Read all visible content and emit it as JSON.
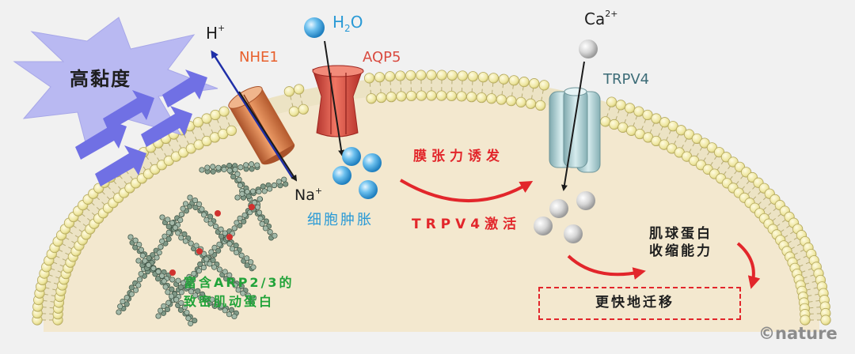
{
  "labels": {
    "viscosity": "高黏度",
    "h_ion": "H",
    "h_ion_sup": "+",
    "water": "H",
    "water_sub": "2",
    "water_end": "O",
    "ca_ion": "Ca",
    "ca_ion_sup": "2+",
    "nhe1": "NHE1",
    "aqp5": "AQP5",
    "trpv4": "TRPV4",
    "na_ion": "Na",
    "na_ion_sup": "+",
    "cell_swelling": "细胞肿胀",
    "membrane_tension": "膜张力诱发",
    "trpv4_activation": "TRPV4激活",
    "myosin_line1": "肌球蛋白",
    "myosin_line2": "收缩能力",
    "faster_migration": "更快地迁移",
    "actin_line1": "富含ARP2/3的",
    "actin_line2": "致密肌动蛋白",
    "credit_symbol": "©",
    "credit": "nature"
  },
  "colors": {
    "background": "#f1f1f1",
    "cytoplasm": "#f3e8cf",
    "lipid_head": "#eee6a0",
    "starburst": "#b9b9f2",
    "arrow_blue": "#7070e4",
    "nhe1": "#d9804b",
    "aqp5": "#d94b40",
    "trpv4": "#b8d6da",
    "water_molecule": "#3f9fd8",
    "calcium": "#d3d3d3",
    "red": "#e2262b",
    "green": "#22a33a"
  }
}
